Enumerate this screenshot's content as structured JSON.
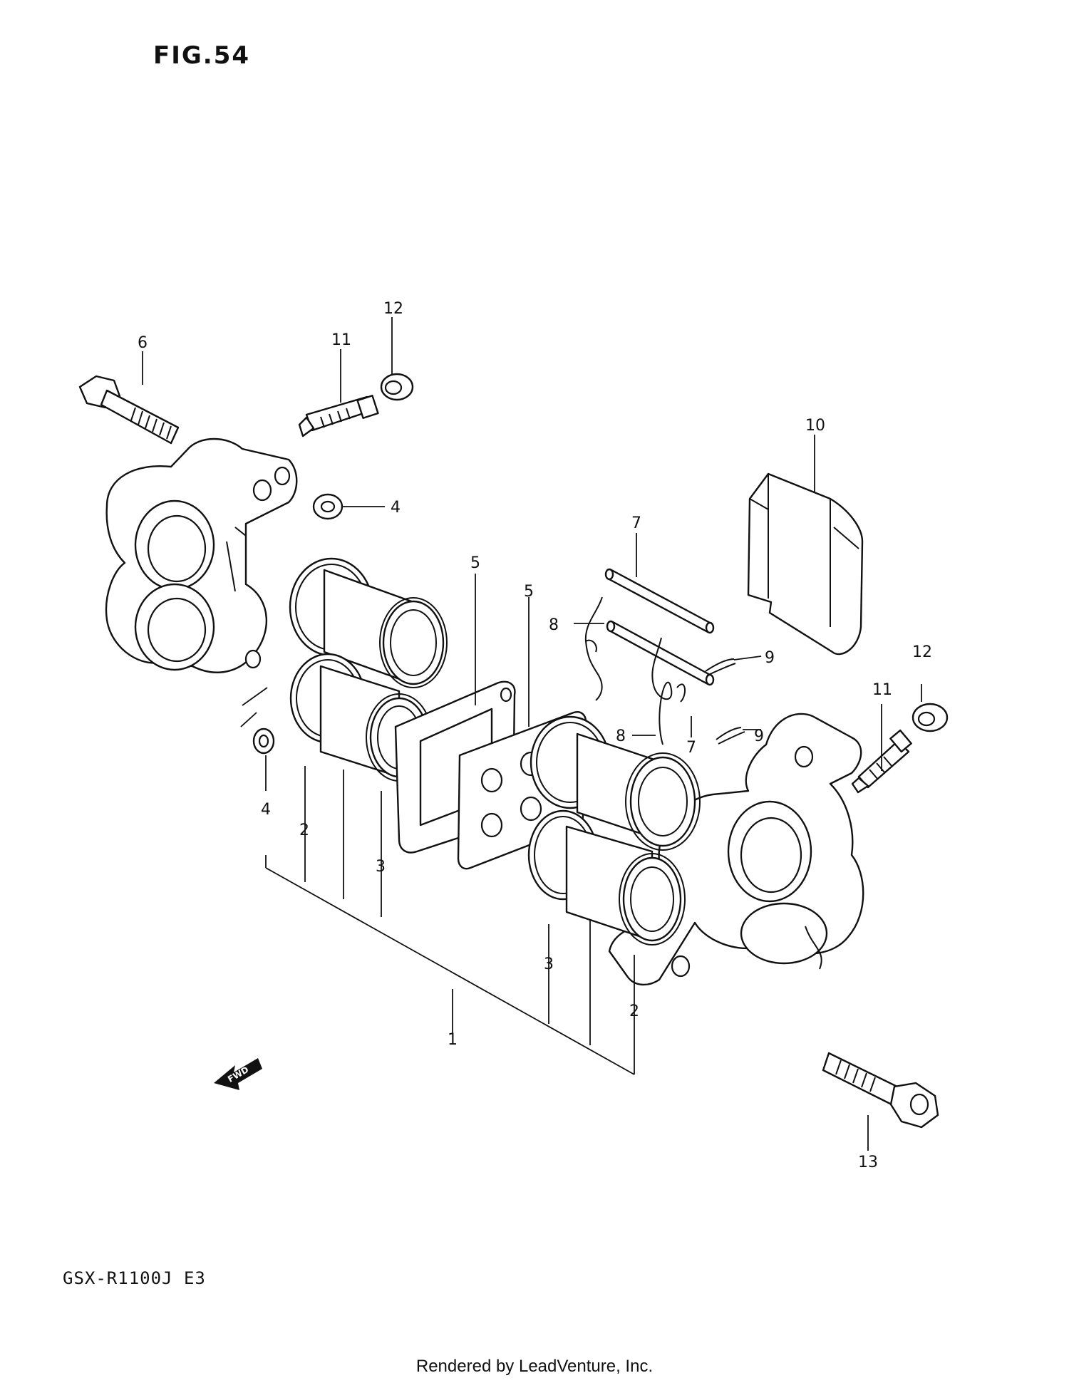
{
  "figure_label": "FIG.54",
  "model_code": "GSX-R1100J E3",
  "footer": "Rendered by LeadVenture, Inc.",
  "fwd_label": "FWD",
  "callouts": [
    {
      "id": "c-12a",
      "text": "12"
    },
    {
      "id": "c-11a",
      "text": "11"
    },
    {
      "id": "c-6",
      "text": "6"
    },
    {
      "id": "c-4a",
      "text": "4"
    },
    {
      "id": "c-10",
      "text": "10"
    },
    {
      "id": "c-7a",
      "text": "7"
    },
    {
      "id": "c-5a",
      "text": "5"
    },
    {
      "id": "c-5b",
      "text": "5"
    },
    {
      "id": "c-8a",
      "text": "8"
    },
    {
      "id": "c-9a",
      "text": "9"
    },
    {
      "id": "c-12b",
      "text": "12"
    },
    {
      "id": "c-11b",
      "text": "11"
    },
    {
      "id": "c-8b",
      "text": "8"
    },
    {
      "id": "c-9b",
      "text": "9"
    },
    {
      "id": "c-7b",
      "text": "7"
    },
    {
      "id": "c-4b",
      "text": "4"
    },
    {
      "id": "c-2a",
      "text": "2"
    },
    {
      "id": "c-3a",
      "text": "3"
    },
    {
      "id": "c-3b",
      "text": "3"
    },
    {
      "id": "c-2b",
      "text": "2"
    },
    {
      "id": "c-1",
      "text": "1"
    },
    {
      "id": "c-13",
      "text": "13"
    }
  ]
}
